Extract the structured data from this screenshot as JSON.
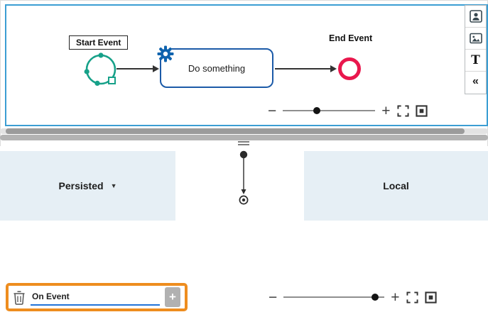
{
  "colors": {
    "canvas_border": "#3b9ed3",
    "task_border": "#1b5aa8",
    "start_event_teal": "#17a189",
    "end_event_red": "#e9174d",
    "highlight_orange": "#ee8d1f",
    "input_underline_blue": "#2273d8",
    "panel_blue": "#e6eff5"
  },
  "diagram": {
    "start_event": {
      "label": "Start Event"
    },
    "task": {
      "label": "Do something"
    },
    "end_event": {
      "label": "End Event"
    }
  },
  "side_toolbar": {
    "items": [
      {
        "icon": "user-icon"
      },
      {
        "icon": "image-icon"
      },
      {
        "icon": "text-icon",
        "glyph": "T"
      },
      {
        "icon": "collapse-icon",
        "glyph": "«"
      }
    ]
  },
  "zoom_controls": {
    "zoom_out": "−",
    "zoom_in": "+"
  },
  "bottom_pane": {
    "persisted": {
      "label": "Persisted",
      "caret": "▼"
    },
    "local": {
      "label": "Local"
    },
    "on_event_editor": {
      "value": "On Event",
      "add_label": "+"
    }
  }
}
